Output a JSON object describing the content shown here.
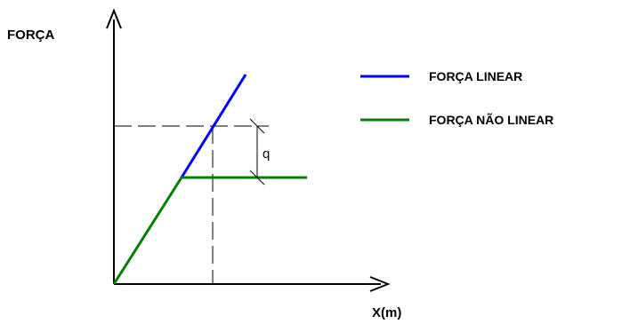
{
  "y_axis_label": "FORÇA",
  "x_axis_label": "X(m)",
  "q_label": "q",
  "legend": [
    {
      "label": "FORÇA LINEAR",
      "color": "#0000ff"
    },
    {
      "label": "FORÇA NÃO LINEAR",
      "color": "#008000"
    }
  ],
  "colors": {
    "axis": "#000000",
    "dash": "#000000",
    "linear": "#0000ff",
    "nonlinear": "#008000"
  }
}
